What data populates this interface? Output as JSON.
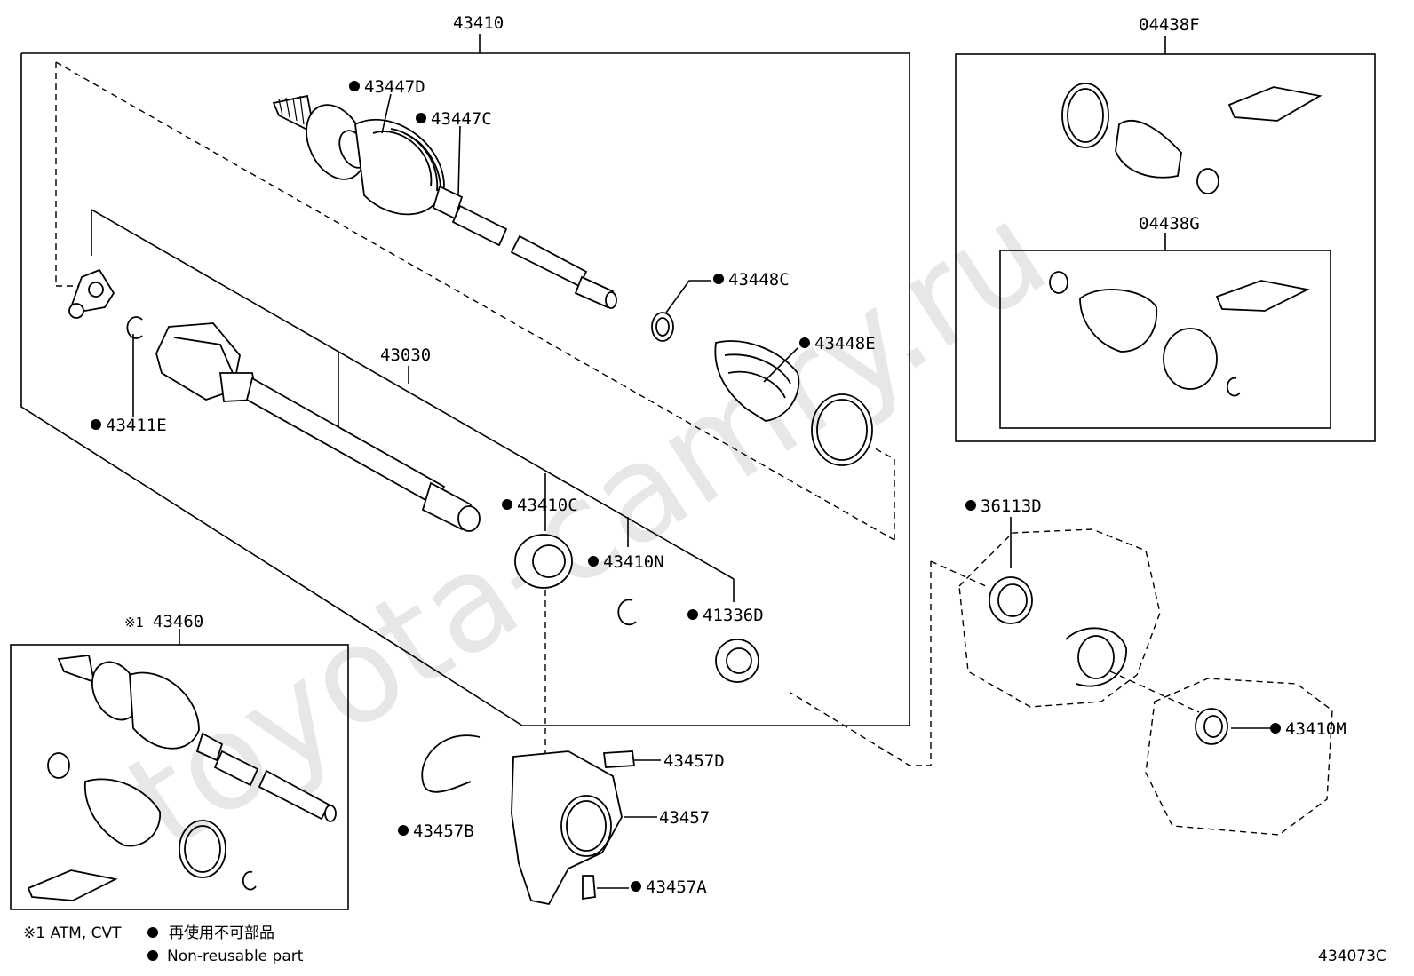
{
  "watermark": "toyota-camry.ru",
  "groups": {
    "main_assembly": "43410",
    "inner_shaft": "43030",
    "boot_kit_outer": "04438F",
    "boot_kit_inner": "04438G",
    "alt_assembly": "43460",
    "alt_assembly_mark": "※1"
  },
  "parts": [
    {
      "id": "43447D",
      "nonreusable": true
    },
    {
      "id": "43447C",
      "nonreusable": true
    },
    {
      "id": "43448C",
      "nonreusable": true
    },
    {
      "id": "43448E",
      "nonreusable": true
    },
    {
      "id": "43411E",
      "nonreusable": true
    },
    {
      "id": "43410C",
      "nonreusable": true
    },
    {
      "id": "43410N",
      "nonreusable": true
    },
    {
      "id": "41336D",
      "nonreusable": true
    },
    {
      "id": "36113D",
      "nonreusable": true
    },
    {
      "id": "43410M",
      "nonreusable": true
    },
    {
      "id": "43457D",
      "nonreusable": false
    },
    {
      "id": "43457",
      "nonreusable": false
    },
    {
      "id": "43457B",
      "nonreusable": true
    },
    {
      "id": "43457A",
      "nonreusable": true
    }
  ],
  "legend": {
    "note": "※1 ATM, CVT",
    "jp": "再使用不可部品",
    "en": "Non-reusable part"
  },
  "figure_id": "434073C"
}
